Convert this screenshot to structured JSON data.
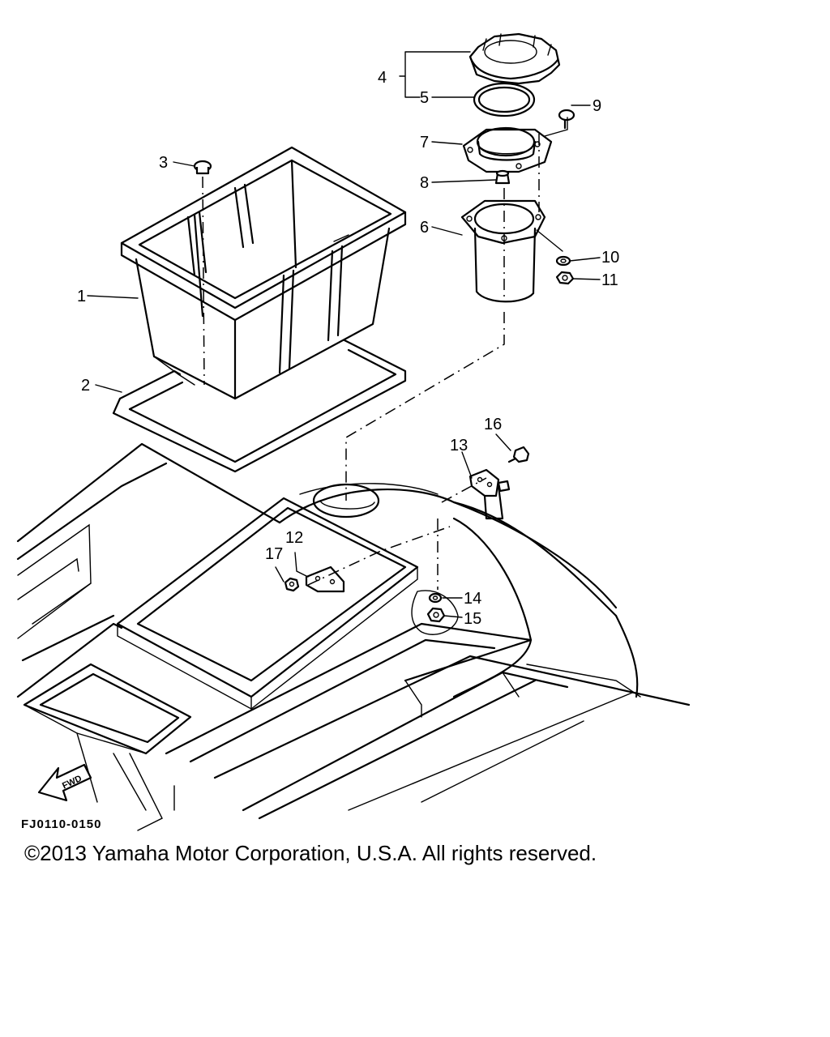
{
  "drawing_code": "FJ0110-0150",
  "direction_label": "FWD",
  "copyright": "©2013 Yamaha Motor Corporation, U.S.A. All rights reserved.",
  "callouts": {
    "p1": "1",
    "p2": "2",
    "p3": "3",
    "p4": "4",
    "p5": "5",
    "p6": "6",
    "p7": "7",
    "p8": "8",
    "p9": "9",
    "p10": "10",
    "p11": "11",
    "p12": "12",
    "p13": "13",
    "p14": "14",
    "p15": "15",
    "p16": "16",
    "p17": "17"
  }
}
